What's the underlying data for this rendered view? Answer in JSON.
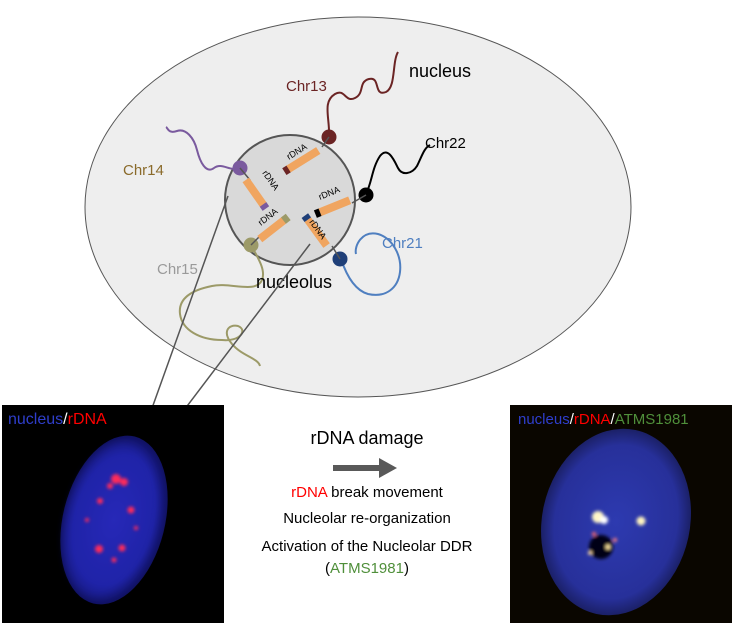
{
  "labels": {
    "nucleus": "nucleus",
    "nucleolus": "nucleolus",
    "rdna": "rDNA",
    "chr13": "Chr13",
    "chr14": "Chr14",
    "chr15": "Chr15",
    "chr21": "Chr21",
    "chr22": "Chr22"
  },
  "left_panel": {
    "caption_nucleus": "nucleus",
    "caption_sep": "/",
    "caption_rdna": "rDNA"
  },
  "right_panel": {
    "caption_nucleus": "nucleus",
    "caption_sep1": "/",
    "caption_rdna": "rDNA",
    "caption_sep2": "/",
    "caption_atm": "ATMS1981"
  },
  "center": {
    "title": "rDNA damage",
    "line1_rdna": "rDNA",
    "line1_rest": " break movement",
    "line2": "Nucleolar re-organization",
    "line3": "Activation of the Nucleolar DDR",
    "line4_open": "(",
    "line4_atm": "ATMS1981",
    "line4_close": ")"
  },
  "colors": {
    "chr13": "#6b2424",
    "chr14": "#7a5a9e",
    "chr15": "#9c9a68",
    "chr21": "#4f7fc0",
    "chr22": "#000000",
    "rdna_bar": "#f0a560",
    "red_text": "#ff0000",
    "green_text": "#4f8f3a",
    "blue_text": "#2f3ecc"
  }
}
